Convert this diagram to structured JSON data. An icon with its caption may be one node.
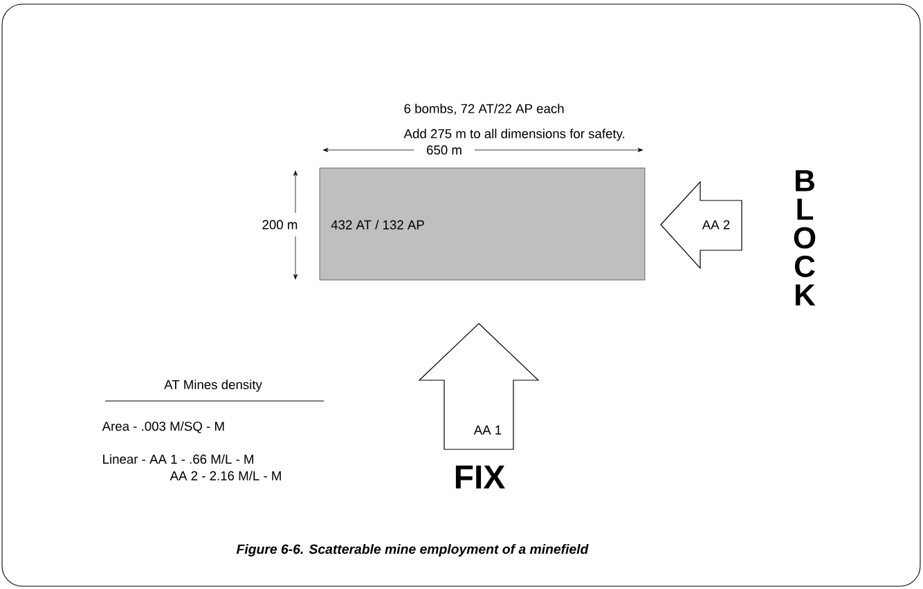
{
  "diagram": {
    "caption": "Figure 6-6.  Scatterable mine employment of a minefield",
    "nodes": [
      {
        "text": [
          "432 AT / 132 AP"
        ]
      },
      {
        "text": [
          "AA 2"
        ],
        "beside": [
          "BLOCK"
        ]
      },
      {
        "text": [
          "AA 1"
        ],
        "beside": [
          "FIX"
        ]
      }
    ],
    "labels": [
      "6  bombs, 72 AT/22 AP each",
      "Add 275 m to all dimensions for safety.",
      "650 m",
      "200 m",
      "AT  Mines density",
      "Area  - .003 M/SQ - M",
      "Linear - AA 1 - .66 M/L - M",
      "AA 2 - 2.16 M/L - M"
    ]
  }
}
